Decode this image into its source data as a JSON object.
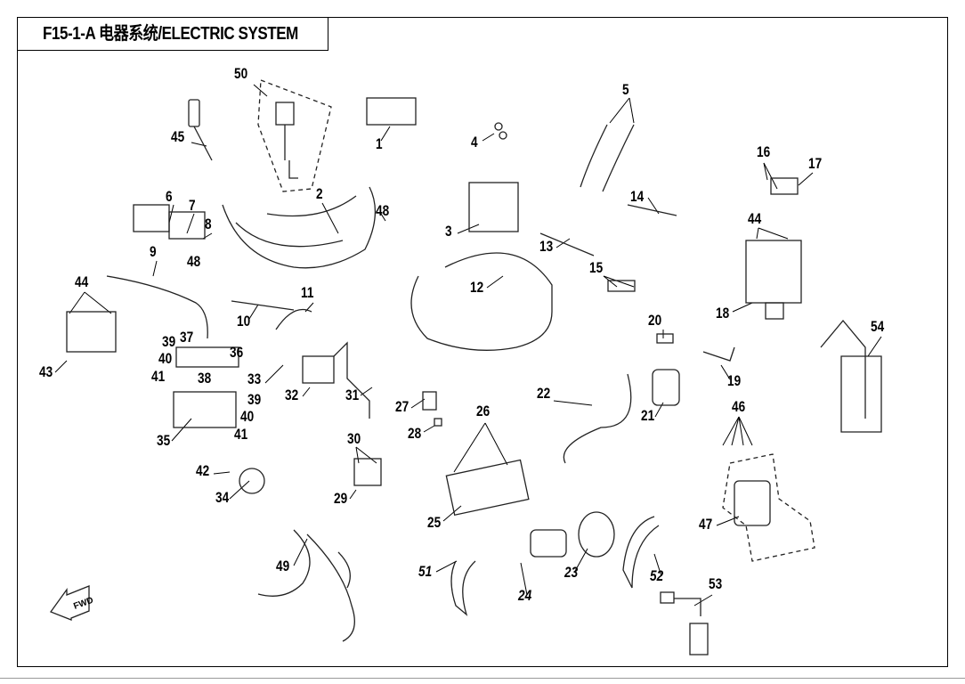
{
  "title": "F15-1-A  电器系统/ELECTRIC SYSTEM",
  "fwd_icon_label": "FWD",
  "callouts": [
    "50",
    "45",
    "1",
    "4",
    "5",
    "16",
    "17",
    "6",
    "7",
    "8",
    "2",
    "48",
    "48",
    "3",
    "13",
    "14",
    "44",
    "9",
    "12",
    "15",
    "44",
    "18",
    "11",
    "10",
    "20",
    "54",
    "39",
    "37",
    "36",
    "43",
    "40",
    "41",
    "38",
    "33",
    "32",
    "39",
    "40",
    "41",
    "31",
    "27",
    "28",
    "22",
    "19",
    "21",
    "26",
    "46",
    "35",
    "30",
    "42",
    "34",
    "29",
    "25",
    "47",
    "49",
    "51",
    "24",
    "23",
    "52",
    "53"
  ]
}
